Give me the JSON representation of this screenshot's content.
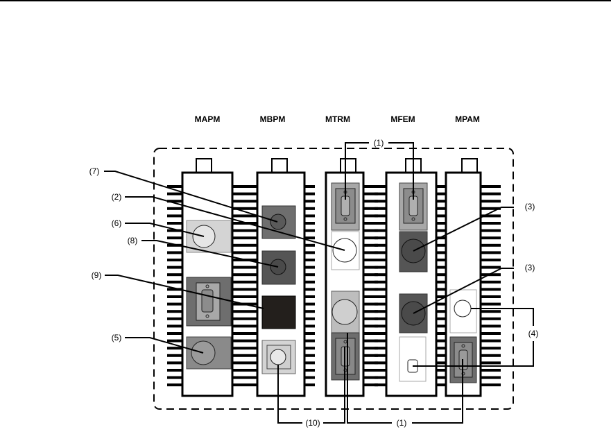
{
  "modules": [
    {
      "id": "mapm",
      "label": "MAPM"
    },
    {
      "id": "mbpm",
      "label": "MBPM"
    },
    {
      "id": "mtrm",
      "label": "MTRM"
    },
    {
      "id": "mfem",
      "label": "MFEM"
    },
    {
      "id": "mpam",
      "label": "MPAM"
    }
  ],
  "callouts": {
    "c1_top": "(1)",
    "c1_bottom": "(1)",
    "c2": "(2)",
    "c3_upper": "(3)",
    "c3_lower": "(3)",
    "c4": "(4)",
    "c5": "(5)",
    "c6": "(6)",
    "c7": "(7)",
    "c8": "(8)",
    "c9": "(9)",
    "c10": "(10)"
  },
  "colors": {
    "line": "#000000",
    "light_gray": "#d4d4d4",
    "mid_gray": "#a8a8a8",
    "dark_gray": "#6e6e6e",
    "darker_gray": "#555555",
    "black_fill": "#231f1c",
    "white": "#ffffff"
  }
}
